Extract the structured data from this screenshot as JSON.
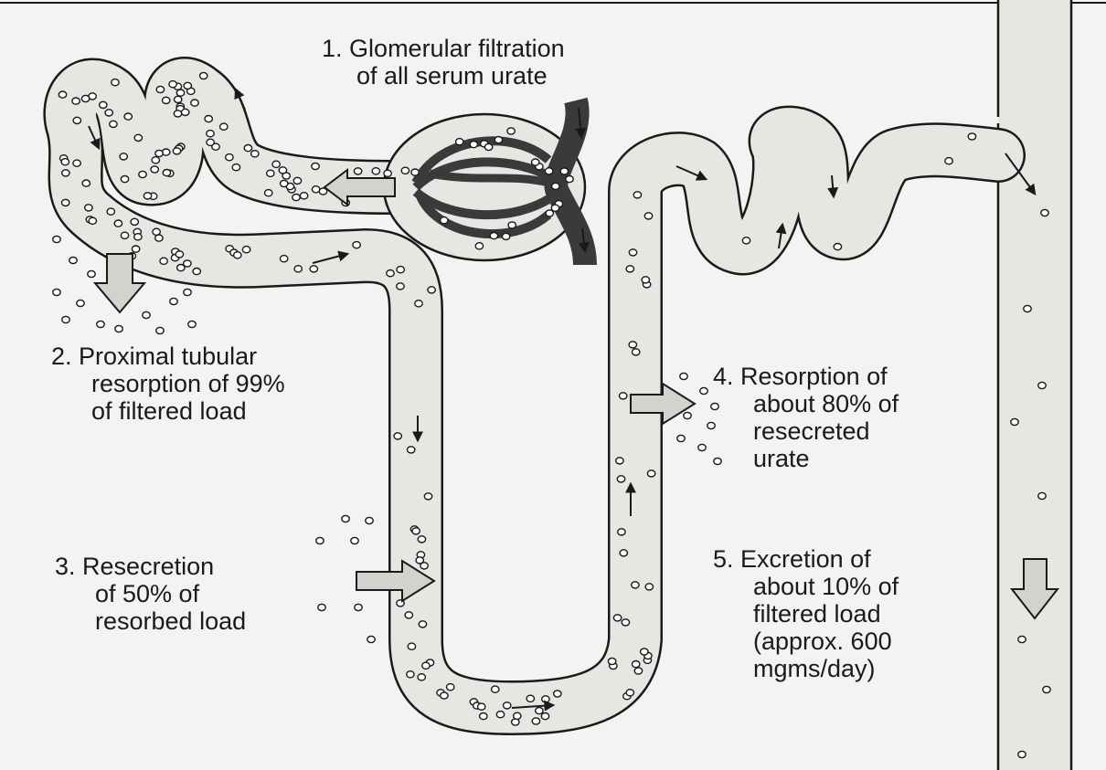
{
  "labels": {
    "glomerular": {
      "number": "1.",
      "lines": [
        "Glomerular filtration",
        "of all serum urate"
      ]
    },
    "proximal": {
      "number": "2.",
      "lines": [
        "Proximal tubular",
        "resorption of 99%",
        "of filtered load"
      ]
    },
    "resecretion": {
      "number": "3.",
      "lines": [
        "Resecretion",
        "of 50% of",
        "resorbed load"
      ]
    },
    "resorption": {
      "number": "4.",
      "lines": [
        "Resorption of",
        "about 80% of",
        "resecreted",
        "urate"
      ]
    },
    "excretion": {
      "number": "5.",
      "lines": [
        "Excretion of",
        "about 10% of",
        "filtered load",
        "(approx. 600",
        "mgms/day)"
      ]
    }
  },
  "colors": {
    "background": "#f3f3f1",
    "tubule_fill": "#e6e6e3",
    "outline": "#1a1a1a",
    "glomerulus": "#3a3a3a",
    "block_arrow": "#d2d2cf"
  },
  "icons": [
    "urate-particle-icon",
    "flow-arrow-icon",
    "block-arrow-icon",
    "glomerulus-icon"
  ]
}
